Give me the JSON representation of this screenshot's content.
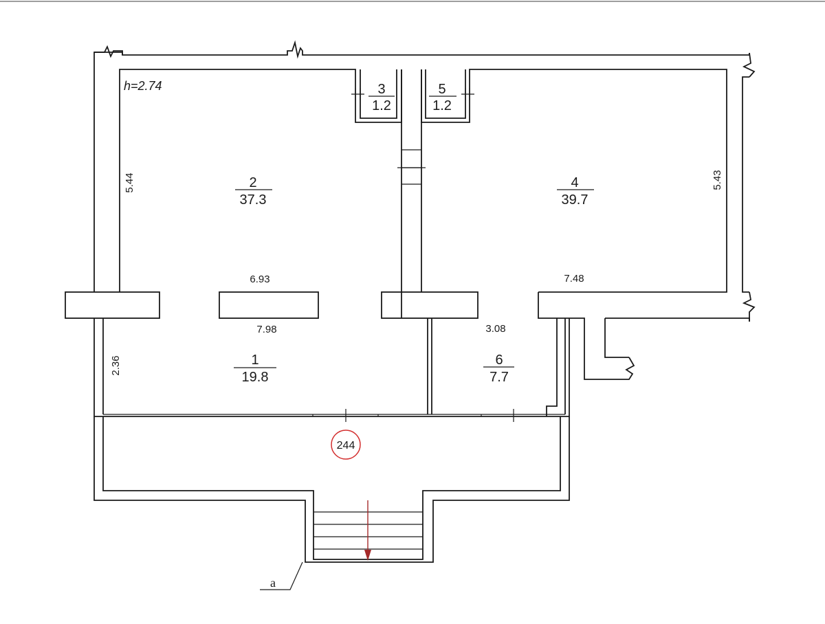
{
  "plan": {
    "ceiling_height": "h=2.74",
    "rooms": [
      {
        "number": "1",
        "area": "19.8"
      },
      {
        "number": "2",
        "area": "37.3"
      },
      {
        "number": "3",
        "area": "1.2"
      },
      {
        "number": "4",
        "area": "39.7"
      },
      {
        "number": "5",
        "area": "1.2"
      },
      {
        "number": "6",
        "area": "7.7"
      }
    ],
    "dimensions": {
      "room2_height": "5.44",
      "room4_height": "5.43",
      "room2_lower_width": "6.93",
      "room1_upper_width": "7.98",
      "room4_lower_width": "7.48",
      "room6_width": "3.08",
      "room1_height": "2.36"
    },
    "building_id": "244",
    "porch_label": "a",
    "colors": {
      "line": "#1a1a1a",
      "marker": "#d32f2f",
      "arrow": "#a52a2a"
    }
  }
}
